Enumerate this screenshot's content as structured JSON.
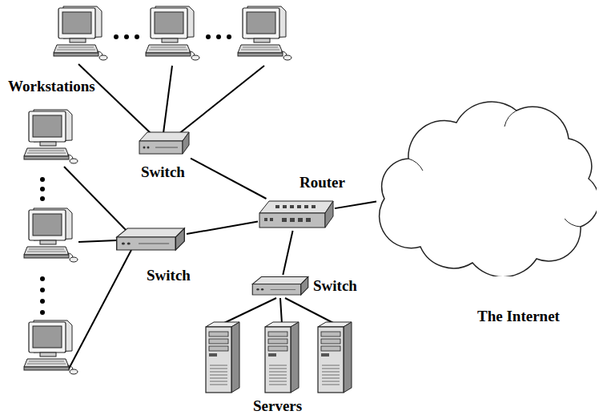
{
  "diagram": {
    "nodes": [
      {
        "text": [
          "Switch"
        ]
      },
      {
        "text": [
          "Switch"
        ]
      },
      {
        "text": [
          "Router"
        ]
      },
      {
        "text": [
          "Switch"
        ]
      },
      {
        "text": [
          "The Internet"
        ]
      }
    ],
    "edges": [
      {
        "from": 0,
        "to": 2,
        "arrow": "none"
      },
      {
        "from": 1,
        "to": 2,
        "arrow": "none"
      },
      {
        "from": 2,
        "to": 3,
        "arrow": "none"
      },
      {
        "from": 2,
        "to": 4,
        "arrow": "none"
      }
    ],
    "labels": [
      "Workstations",
      "Servers"
    ]
  }
}
